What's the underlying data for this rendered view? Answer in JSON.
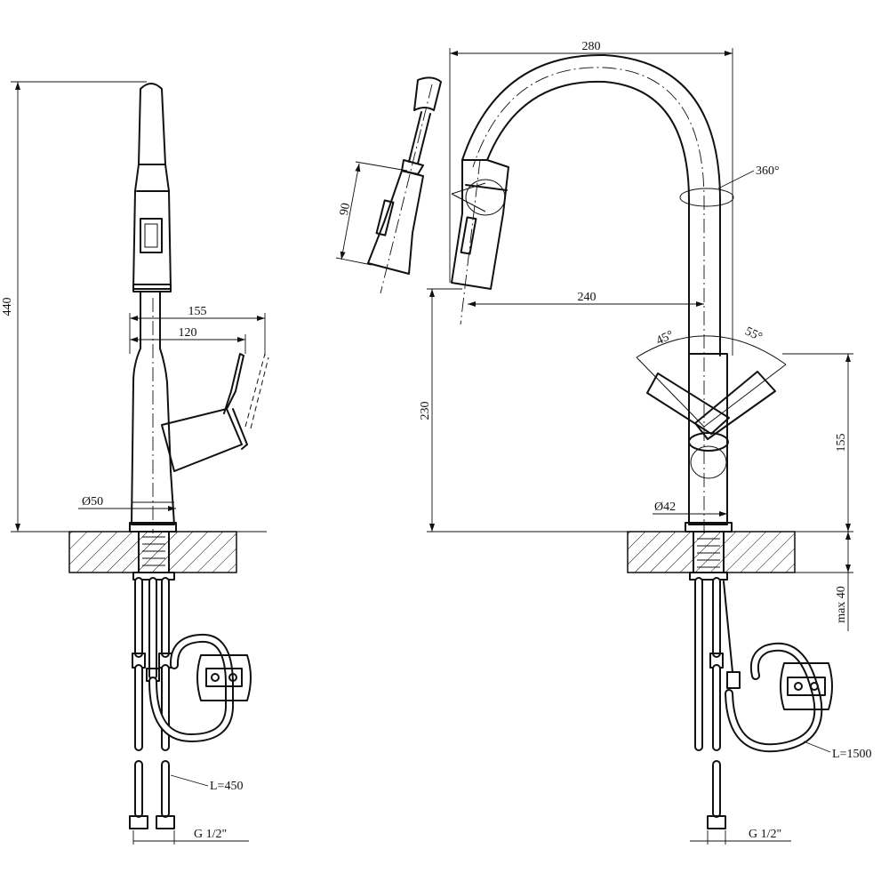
{
  "drawing": {
    "side_view": {
      "height_label": "440",
      "lever_reach_label": "155",
      "spout_reach_label": "120",
      "base_diameter_label": "Ø50",
      "hose_length_label": "L=450",
      "thread_label": "G 1/2\""
    },
    "front_view": {
      "width_label": "280",
      "rotation_label": "360°",
      "head_length_label": "90",
      "spout_reach_label": "240",
      "spout_height_label": "230",
      "handle_angle_left_label": "45°",
      "handle_angle_right_label": "55°",
      "body_height_label": "155",
      "base_diameter_label": "Ø42",
      "max_thickness_label": "max 40",
      "hose_length_label": "L=1500",
      "thread_label": "G 1/2\""
    }
  }
}
